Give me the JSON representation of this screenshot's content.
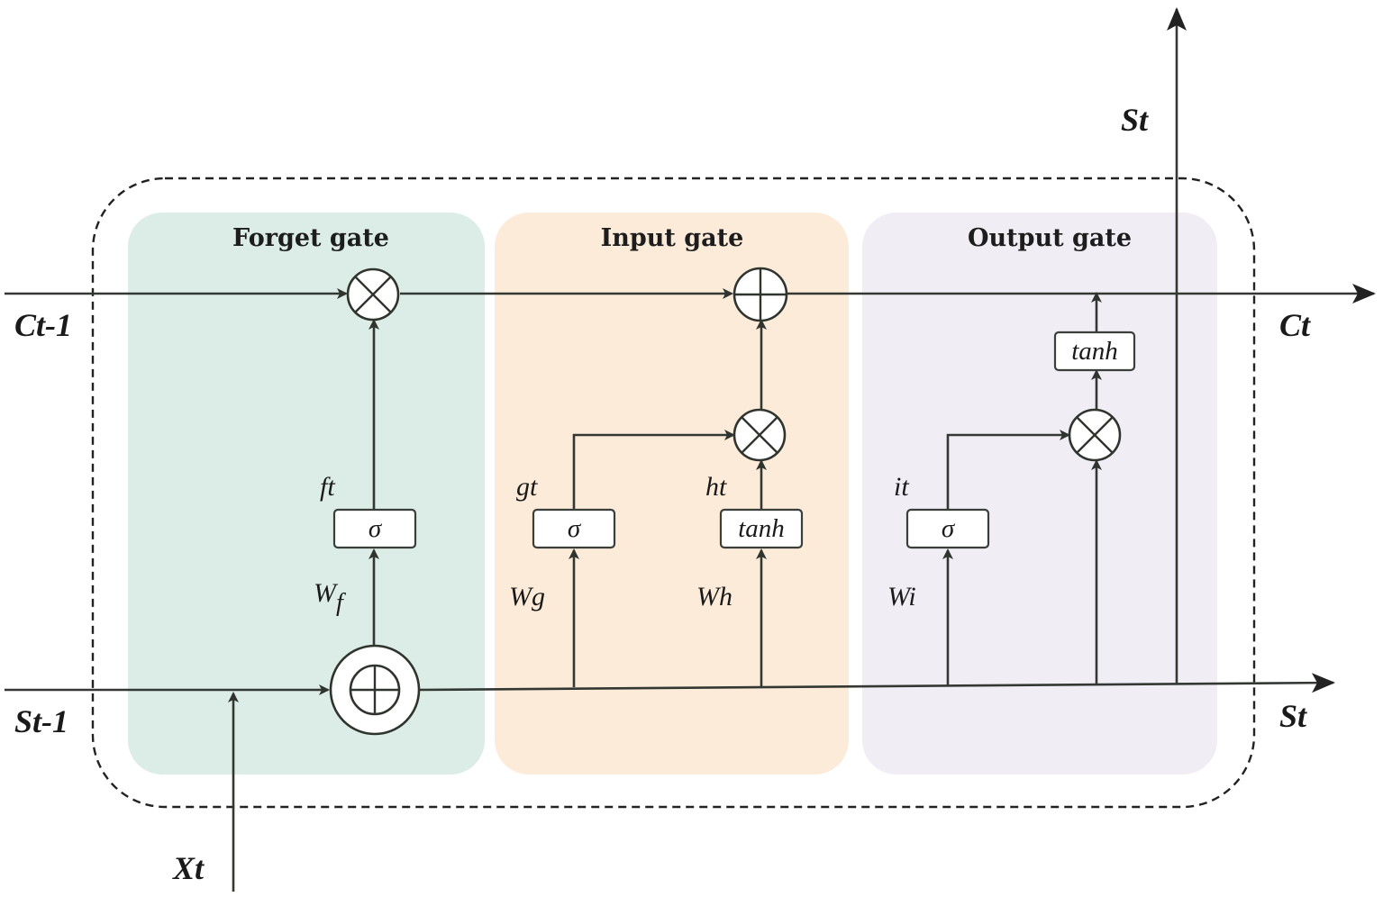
{
  "colors": {
    "forget_panel": "#dcece7",
    "input_panel": "#fdebd9",
    "output_panel": "#f1edf5",
    "line": "#333833",
    "frame": "#222222"
  },
  "gates": {
    "forget": {
      "title": "Forget gate"
    },
    "input": {
      "title": "Input gate"
    },
    "output": {
      "title": "Output gate"
    }
  },
  "edges": {
    "c_prev": "Ct-1",
    "c_next": "Ct",
    "s_prev": "St-1",
    "s_next": "St",
    "s_top": "St",
    "x_in": "Xt"
  },
  "variables": {
    "ft": "ft",
    "wf": "W",
    "wf_sub": "f",
    "gt": "gt",
    "wg": "Wg",
    "ht": "ht",
    "wh": "Wh",
    "it": "it",
    "wi": "Wi"
  },
  "boxes": {
    "forget_sigma": "σ",
    "input_sigma": "σ",
    "input_tanh": "tanh",
    "output_sigma": "σ",
    "output_tanh": "tanh"
  },
  "icons": [
    "multiply-icon",
    "add-icon",
    "concat-add-icon",
    "arrowhead-icon"
  ]
}
